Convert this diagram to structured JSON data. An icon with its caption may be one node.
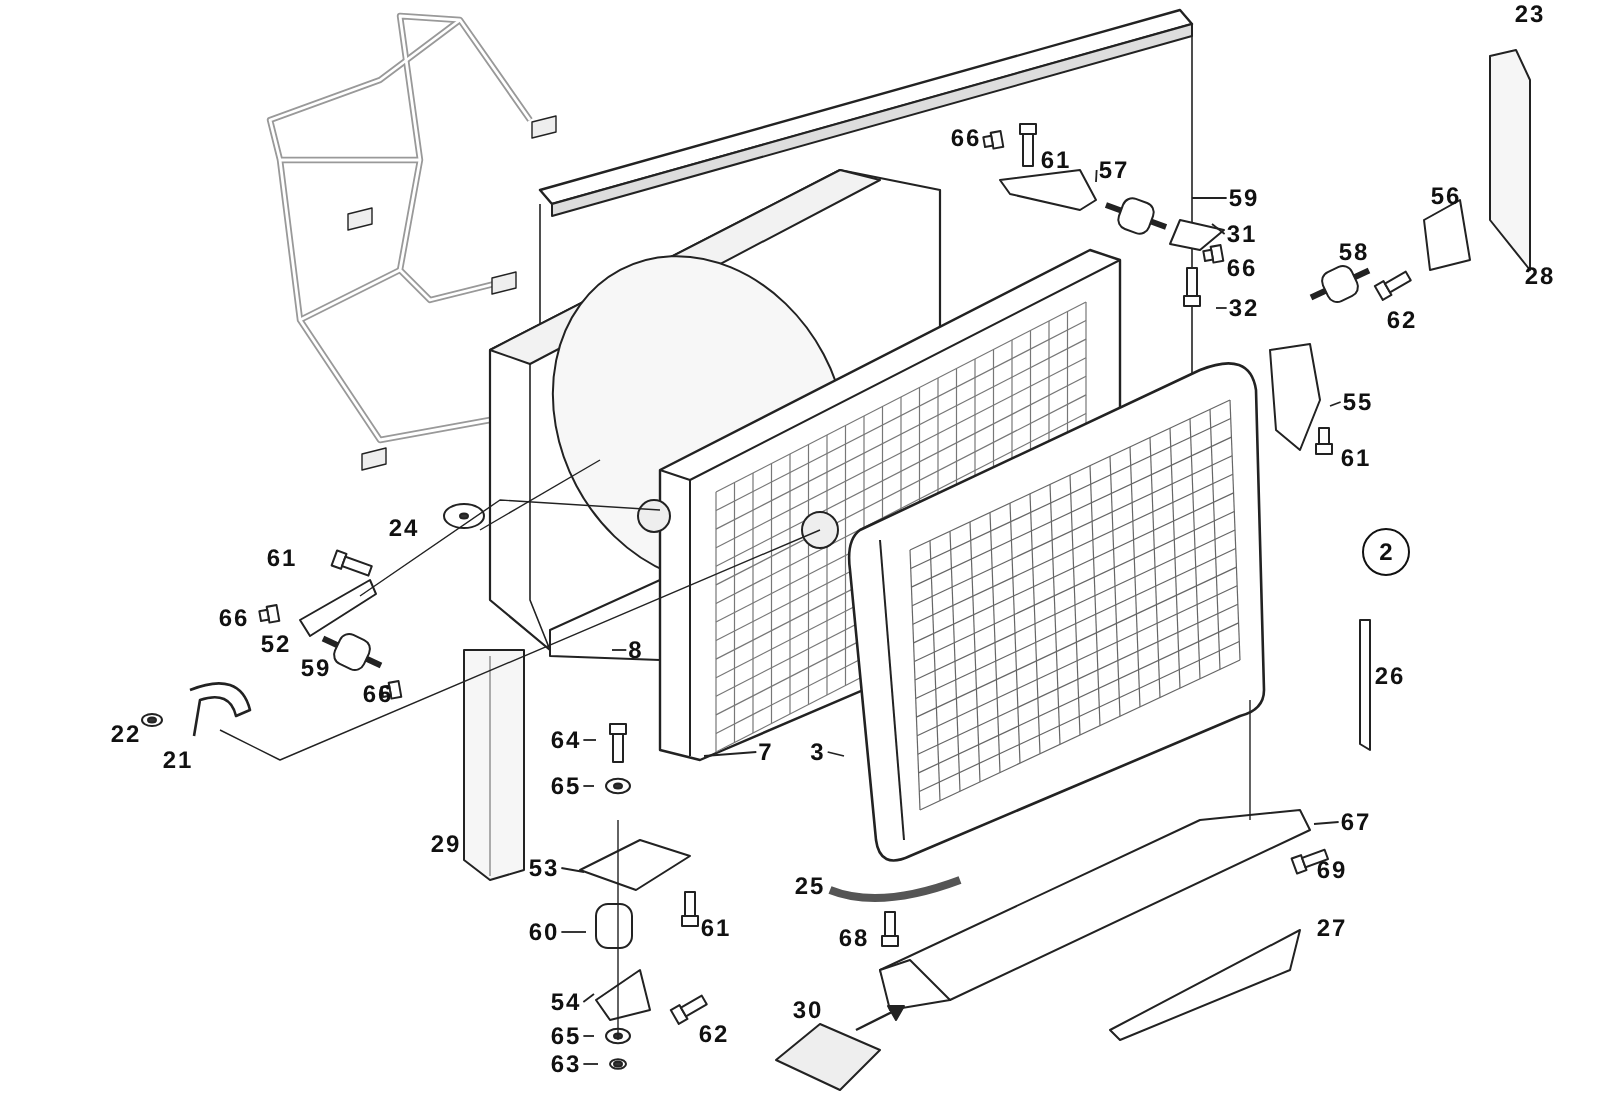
{
  "diagram": {
    "nodes": [
      {
        "text": [
          "57"
        ]
      },
      {
        "text": [
          "59"
        ]
      },
      {
        "text": [
          "31"
        ]
      },
      {
        "text": [
          "32"
        ]
      },
      {
        "text": [
          "55"
        ]
      },
      {
        "text": [
          "2"
        ]
      },
      {
        "text": [
          "8"
        ]
      },
      {
        "text": [
          "7"
        ]
      },
      {
        "text": [
          "3"
        ]
      },
      {
        "text": [
          "64"
        ]
      },
      {
        "text": [
          "65"
        ]
      },
      {
        "text": [
          "53"
        ]
      },
      {
        "text": [
          "60"
        ]
      },
      {
        "text": [
          "54"
        ]
      },
      {
        "text": [
          "65"
        ]
      },
      {
        "text": [
          "63"
        ]
      },
      {
        "text": [
          "67"
        ]
      }
    ],
    "edges": [
      {
        "from": 0,
        "to": null,
        "arrow": "none"
      },
      {
        "from": 1,
        "to": null,
        "arrow": "none"
      },
      {
        "from": 2,
        "to": null,
        "arrow": "none"
      },
      {
        "from": 3,
        "to": null,
        "arrow": "none"
      },
      {
        "from": 4,
        "to": null,
        "arrow": "none"
      },
      {
        "from": 6,
        "to": null,
        "arrow": "none"
      },
      {
        "from": 7,
        "to": null,
        "arrow": "none"
      },
      {
        "from": 8,
        "to": null,
        "arrow": "none"
      },
      {
        "from": 9,
        "to": null,
        "arrow": "none"
      },
      {
        "from": 10,
        "to": null,
        "arrow": "none"
      },
      {
        "from": 11,
        "to": null,
        "arrow": "none"
      },
      {
        "from": 12,
        "to": null,
        "arrow": "none"
      },
      {
        "from": 13,
        "to": null,
        "arrow": "none"
      },
      {
        "from": 14,
        "to": null,
        "arrow": "none"
      },
      {
        "from": 15,
        "to": null,
        "arrow": "none"
      },
      {
        "from": 16,
        "to": null,
        "arrow": "none"
      }
    ],
    "labels": [
      "23",
      "66",
      "61",
      "56",
      "66",
      "58",
      "28",
      "62",
      "61",
      "24",
      "61",
      "66",
      "52",
      "59",
      "66",
      "22",
      "21",
      "26",
      "29",
      "69",
      "25",
      "61",
      "27",
      "68",
      "62",
      "30"
    ]
  }
}
